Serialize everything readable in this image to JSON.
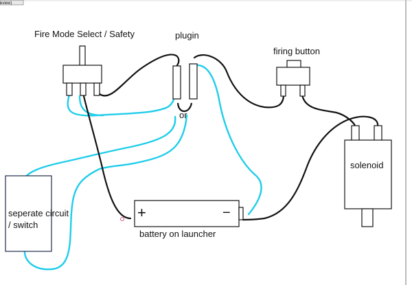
{
  "diagram": {
    "top_label": "eview)",
    "labels": {
      "fire_mode": "Fire Mode Select / Safety",
      "plugin": "plugin",
      "plugin_or": "or",
      "firing_button": "firing button",
      "solenoid": "solenoid",
      "separate_line1": "seperate circuit",
      "separate_line2": "/ switch",
      "battery": "battery on launcher",
      "battery_plus": "+",
      "battery_minus": "−"
    },
    "colors": {
      "black_wire": "#111111",
      "blue_wire": "#1ecdea",
      "separate_box_border": "#1a2a4a",
      "frame_line": "#7a7a7a"
    }
  }
}
